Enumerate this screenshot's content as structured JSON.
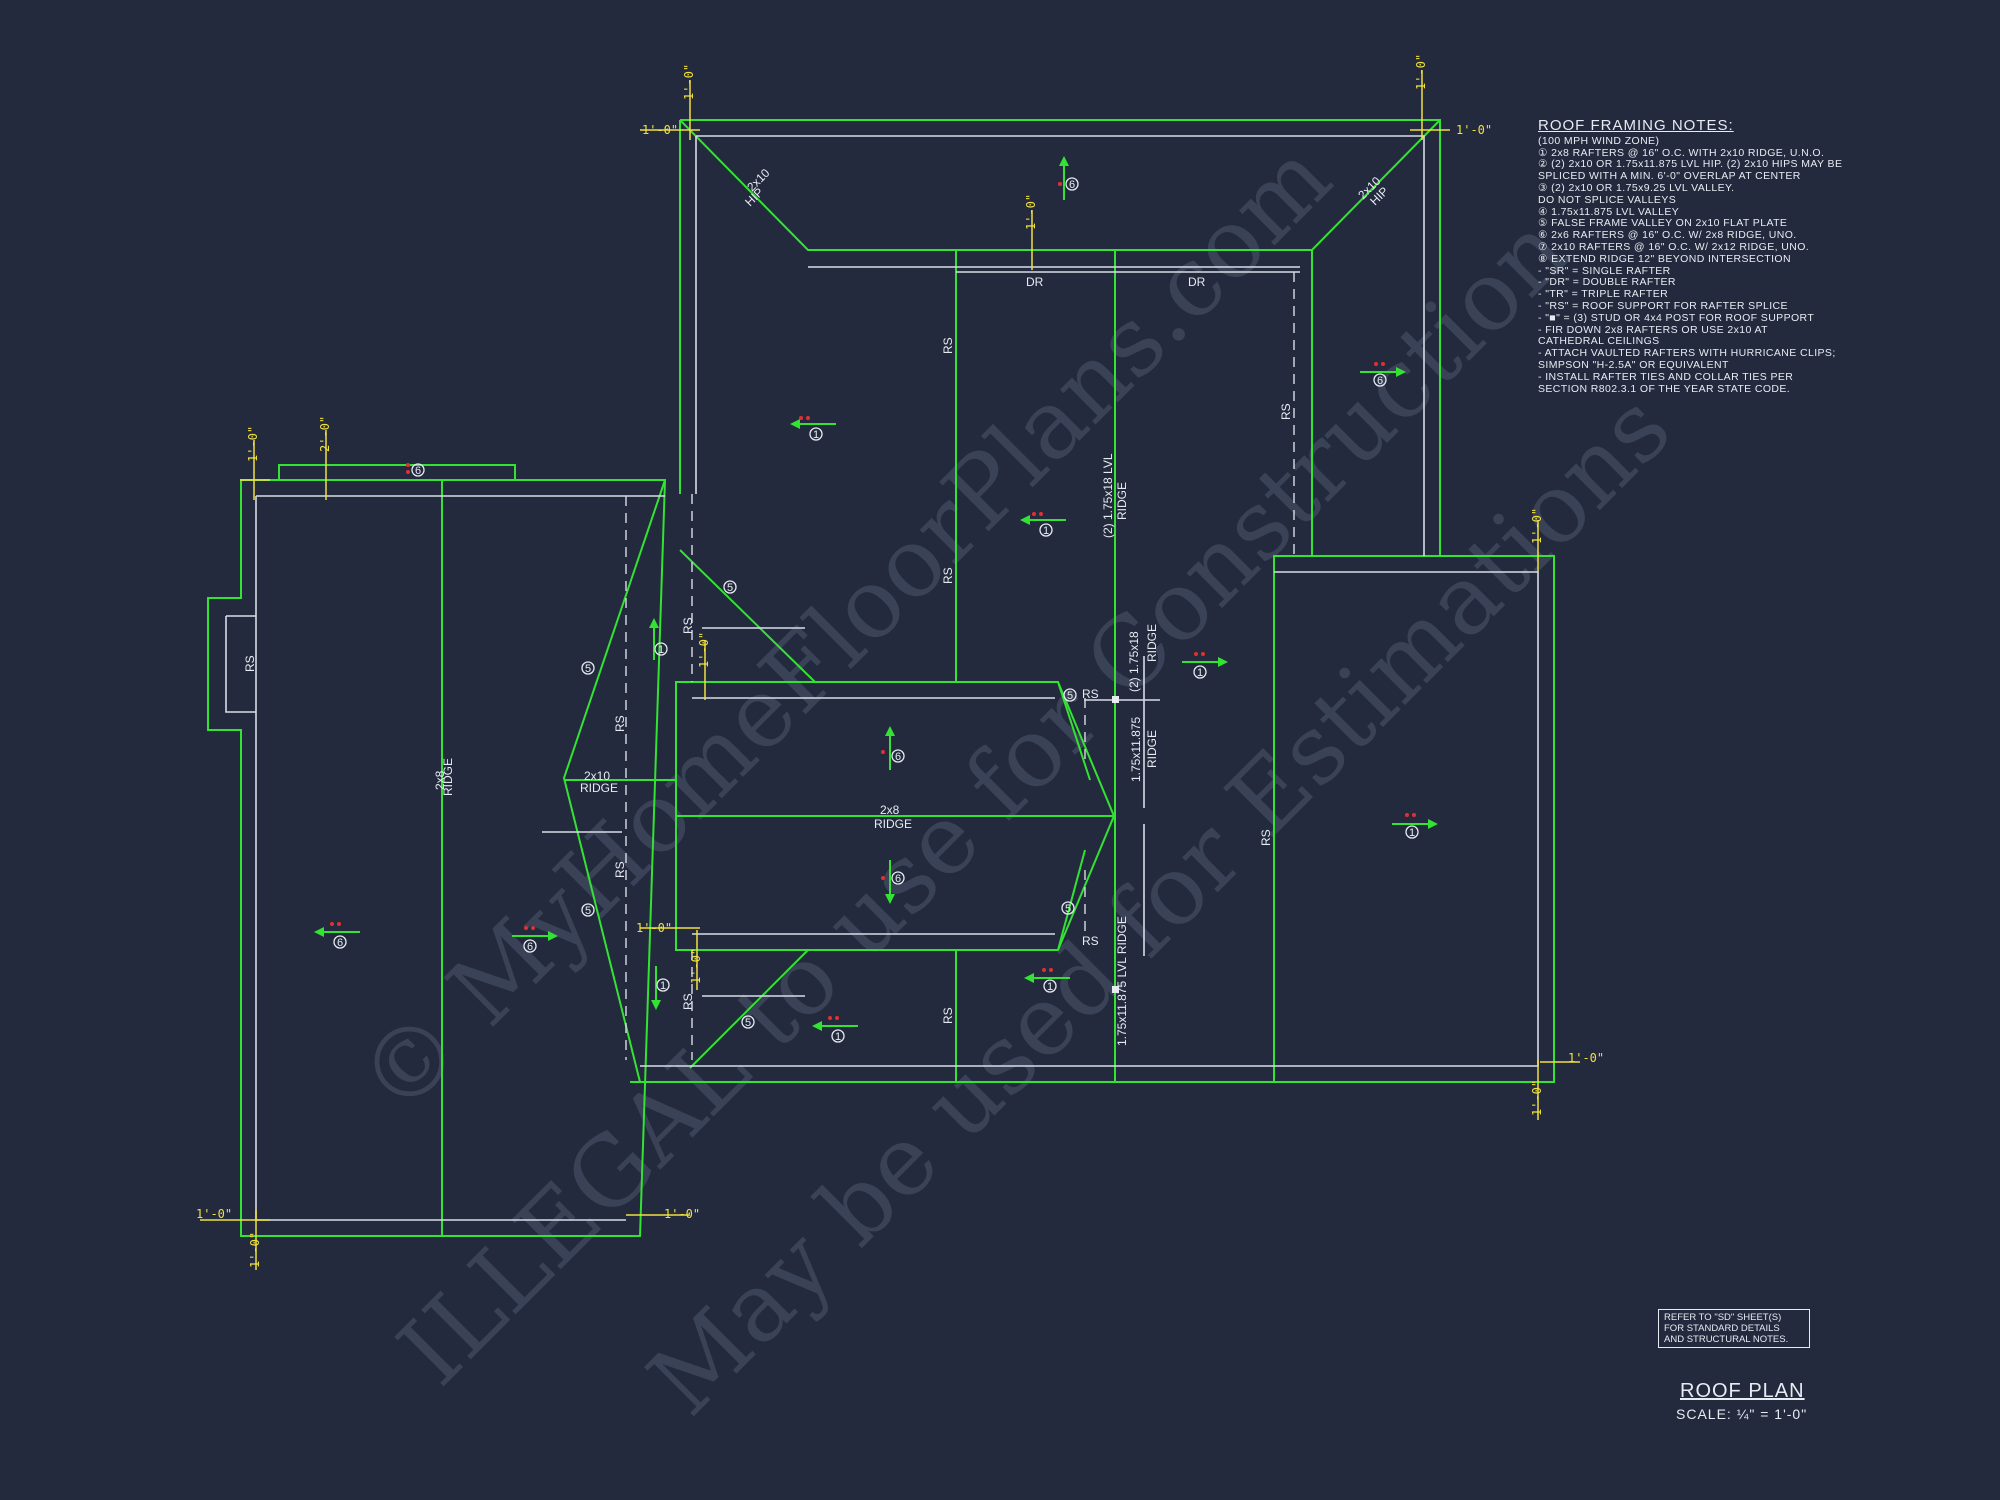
{
  "watermark": {
    "line1": "© MyHomeFloorPlans.com",
    "line2": "ILLEGAL to use for Construction",
    "line3": "May be used for Estimations"
  },
  "notes": {
    "title": "ROOF FRAMING NOTES:",
    "items": [
      "(100 MPH WIND ZONE)",
      "① 2x8 RAFTERS @ 16\" O.C. WITH 2x10 RIDGE, U.N.O.",
      "② (2) 2x10 OR 1.75x11.875 LVL HIP. (2) 2x10 HIPS MAY BE",
      "    SPLICED WITH A MIN. 6'-0\" OVERLAP AT CENTER",
      "③ (2) 2x10 OR 1.75x9.25 LVL VALLEY.",
      "    DO NOT SPLICE VALLEYS",
      "④ 1.75x11.875 LVL VALLEY",
      "⑤ FALSE FRAME VALLEY ON 2x10 FLAT PLATE",
      "⑥ 2x6 RAFTERS @ 16\" O.C. W/ 2x8 RIDGE, UNO.",
      "⑦ 2x10 RAFTERS @ 16\" O.C. W/ 2x12 RIDGE, UNO.",
      "⑧ EXTEND RIDGE 12\" BEYOND INTERSECTION",
      "- \"SR\" = SINGLE RAFTER",
      "- \"DR\" = DOUBLE RAFTER",
      "- \"TR\" = TRIPLE RAFTER",
      "- \"RS\" = ROOF SUPPORT FOR RAFTER SPLICE",
      "- \"■\" = (3) STUD OR 4x4 POST FOR ROOF SUPPORT",
      "- FIR DOWN 2x8 RAFTERS OR USE 2x10 AT",
      "    CATHEDRAL CEILINGS",
      "- ATTACH VAULTED RAFTERS WITH HURRICANE CLIPS;",
      "    SIMPSON \"H-2.5A\" OR EQUIVALENT",
      "- INSTALL RAFTER TIES AND COLLAR TIES PER",
      "    SECTION R802.3.1 OF THE YEAR STATE CODE."
    ]
  },
  "reference": {
    "line1": "REFER TO \"SD\" SHEET(S)",
    "line2": "FOR STANDARD DETAILS",
    "line3": "AND STRUCTURAL NOTES."
  },
  "plan_title": "ROOF PLAN",
  "plan_scale": "SCALE: ¼\" = 1'-0\"",
  "labels": {
    "rs": "RS",
    "dr": "DR",
    "ridge": "RIDGE",
    "hip": "HIP",
    "r2x10": "2x10",
    "r2x8": "2x8",
    "lvl_ridge_top": "(2) 1.75x18 LVL",
    "lvl_ridge_mid": "(2) 1.75x18",
    "lvl_ridge_low": "1.75x11.875",
    "lvl_ridge_bot": "1.75x11.875 LVL RIDGE",
    "dim_1": "1'-0\"",
    "dim_2": "2'-0\"",
    "n1": "1",
    "n5": "5",
    "n6": "6"
  },
  "colors": {
    "background": "#232a3d",
    "roof_lines": "#33e233",
    "wall_lines": "#d8dce6",
    "dimensions": "#f0e040",
    "text": "#e8ebf2",
    "markers": "#e23030"
  }
}
